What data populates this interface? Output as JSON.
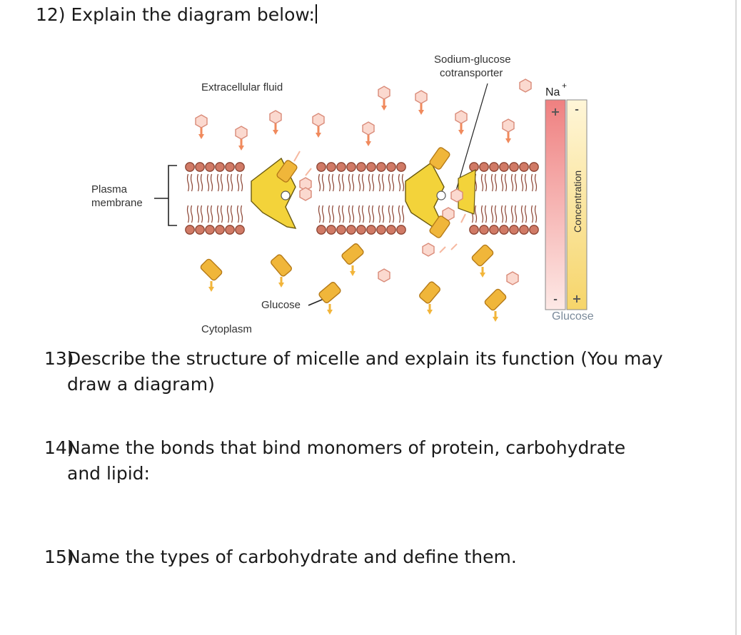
{
  "questions": {
    "q12": {
      "number": "12)",
      "text": "Explain the diagram below:"
    },
    "q13": {
      "number": "13)",
      "line1": "Describe the structure of micelle and explain its function (You may",
      "line2": "draw a diagram)"
    },
    "q14": {
      "number": "14)",
      "line1": "Name the bonds that bind monomers of protein, carbohydrate",
      "line2": "and lipid:"
    },
    "q15": {
      "number": "15)",
      "text": "Name the types of carbohydrate and define them."
    }
  },
  "diagram": {
    "labels": {
      "extracellular": "Extracellular fluid",
      "cotransporter_line1": "Sodium-glucose",
      "cotransporter_line2": "cotransporter",
      "plasma_line1": "Plasma",
      "plasma_line2": "membrane",
      "glucose": "Glucose",
      "cytoplasm": "Cytoplasm",
      "na_ion": "Na",
      "na_charge": "+",
      "concentration": "Concentration",
      "gradient_glucose": "Glucose",
      "plus": "+",
      "minus": "-"
    },
    "colors": {
      "phospholipid_head": "#d07a66",
      "protein": "#f3d33a",
      "glucose": "#f0b63a",
      "sodium": "#fbd9cf",
      "arrow_na": "#f08a5d",
      "arrow_glucose": "#f2b53a",
      "na_bar": "#f08a8a",
      "glucose_bar": "#f7d77a",
      "gradient_label": "#7a8a9a"
    }
  }
}
